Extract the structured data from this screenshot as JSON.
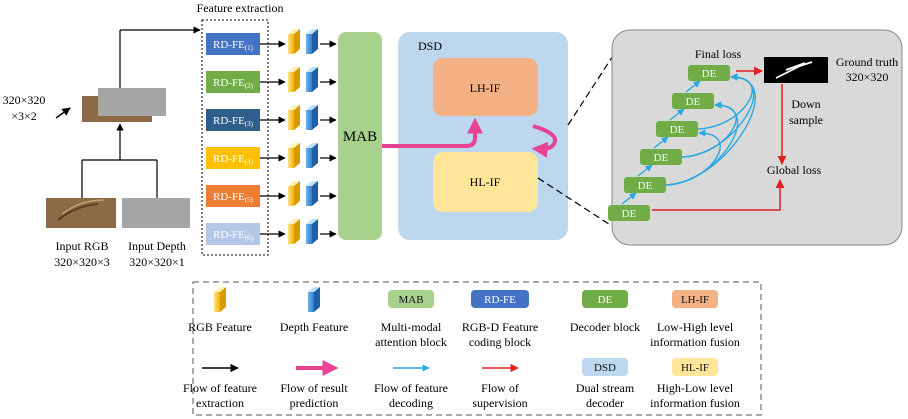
{
  "input": {
    "rgb_title": "Input RGB",
    "rgb_size": "320×320×3",
    "depth_title": "Input Depth",
    "depth_size": "320×320×1",
    "stack_size_line1": "320×320",
    "stack_size_line2": "×3×2"
  },
  "feature_extraction": {
    "title": "Feature extraction",
    "blocks": [
      {
        "prefix": "RD-FE",
        "sub": "(1)",
        "color": "#4472c4"
      },
      {
        "prefix": "RD-FE",
        "sub": "(2)",
        "color": "#70ad47"
      },
      {
        "prefix": "RD-FE",
        "sub": "(3)",
        "color": "#2e5f8a"
      },
      {
        "prefix": "RD-FE",
        "sub": "(4)",
        "color": "#ffc000"
      },
      {
        "prefix": "RD-FE",
        "sub": "(5)",
        "color": "#ed7d31"
      },
      {
        "prefix": "RD-FE",
        "sub": "(6)",
        "color": "#b4c7e7"
      }
    ]
  },
  "mab": {
    "label": "MAB",
    "color": "#a9d18e"
  },
  "dsd": {
    "title": "DSD",
    "lh_label": "LH-IF",
    "hl_label": "HL-IF",
    "color": "#bdd7ee",
    "lh_color": "#f4b183",
    "hl_color": "#ffe699"
  },
  "decoder": {
    "final_loss": "Final loss",
    "ground_truth_line1": "Ground truth",
    "ground_truth_line2": "320×320",
    "down_sample_line1": "Down",
    "down_sample_line2": "sample",
    "global_loss": "Global loss",
    "de_label": "DE",
    "de_count": 6
  },
  "legend": {
    "row1": [
      {
        "label_lines": [
          "RGB Feature"
        ],
        "icon": "rgb-feature"
      },
      {
        "label_lines": [
          "Depth Feature"
        ],
        "icon": "depth-feature"
      },
      {
        "box_text": "MAB",
        "label_lines": [
          "Multi-modal",
          "attention block"
        ],
        "color": "#a9d18e"
      },
      {
        "box_text": "RD-FE",
        "label_lines": [
          "RGB-D Feature",
          "coding block"
        ],
        "color": "#4472c4"
      },
      {
        "box_text": "DE",
        "label_lines": [
          "Decoder block"
        ],
        "color": "#70ad47"
      },
      {
        "box_text": "LH-IF",
        "label_lines": [
          "Low-High level",
          "information fusion"
        ],
        "color": "#f4b183"
      }
    ],
    "row2": [
      {
        "label_lines": [
          "Flow of feature",
          "extraction"
        ],
        "arrow_color": "#000000"
      },
      {
        "label_lines": [
          "Flow of result",
          "prediction"
        ],
        "arrow_color": "#e84393"
      },
      {
        "label_lines": [
          "Flow of feature",
          "decoding"
        ],
        "arrow_color": "#29a8e0"
      },
      {
        "label_lines": [
          "Flow of",
          "supervision"
        ],
        "arrow_color": "#e02020"
      },
      {
        "box_text": "DSD",
        "label_lines": [
          "Dual stream",
          "decoder"
        ],
        "color": "#bdd7ee"
      },
      {
        "box_text": "HL-IF",
        "label_lines": [
          "High-Low level",
          "information fusion"
        ],
        "color": "#ffe699"
      }
    ]
  }
}
